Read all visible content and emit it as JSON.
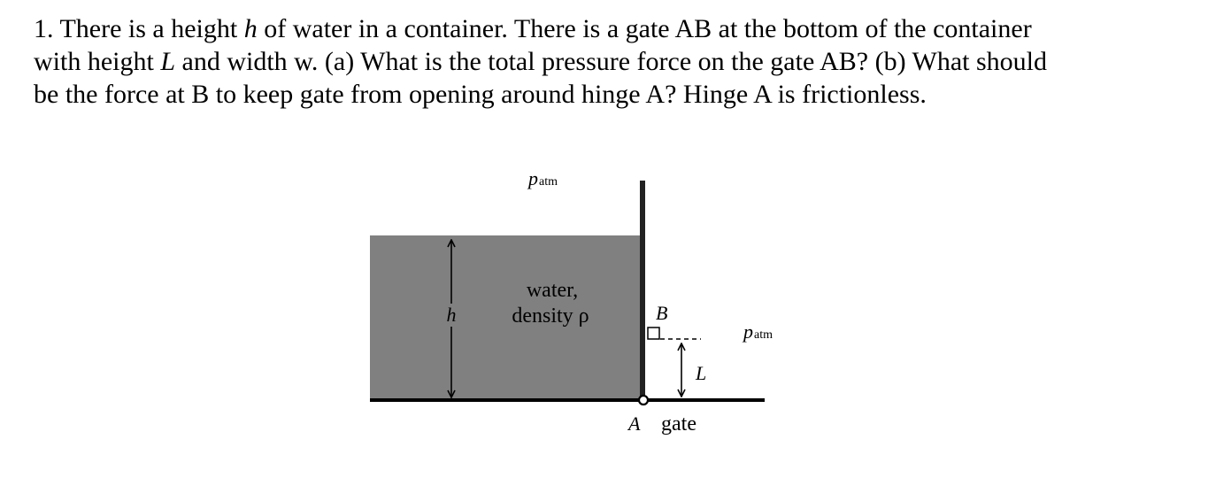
{
  "problem": {
    "line1_a": "1. There is a height ",
    "line1_h": "h",
    "line1_b": " of water in a container. There is a gate AB at the bottom of the container",
    "line2_a": "with height ",
    "line2_L": "L",
    "line2_b": " and width w. (a) What is the total pressure force on the gate AB? (b) What should",
    "line3": "be the force at B to keep gate from opening around hinge A? Hinge A is frictionless."
  },
  "diagram": {
    "patm_left": {
      "p": "p",
      "sub": "atm"
    },
    "patm_right": {
      "p": "p",
      "sub": "atm"
    },
    "water_label_1": "water,",
    "water_label_2": "density ρ",
    "h_label": "h",
    "L_label": "L",
    "B_label": "B",
    "A_label": "A",
    "gate_label": "gate",
    "colors": {
      "water": "#808080",
      "wall": "#222222",
      "lines": "#000000"
    }
  }
}
